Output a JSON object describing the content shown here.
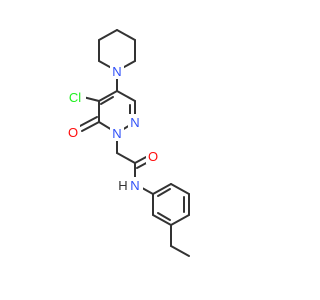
{
  "molecule": {
    "atom_colors": {
      "N": "#3050F8",
      "O": "#FF0D0D",
      "Cl": "#1FF01F",
      "H": "#333333",
      "bond": "#333333"
    },
    "labels": {
      "chlorine": "Cl",
      "carbonyl_oxygen_ring": "O",
      "ring_nitrogen_1": "N",
      "ring_nitrogen_2": "N",
      "piperidine_nitrogen": "N",
      "amide_oxygen": "O",
      "amide_nitrogen": "N",
      "amide_hydrogen": "H"
    }
  }
}
